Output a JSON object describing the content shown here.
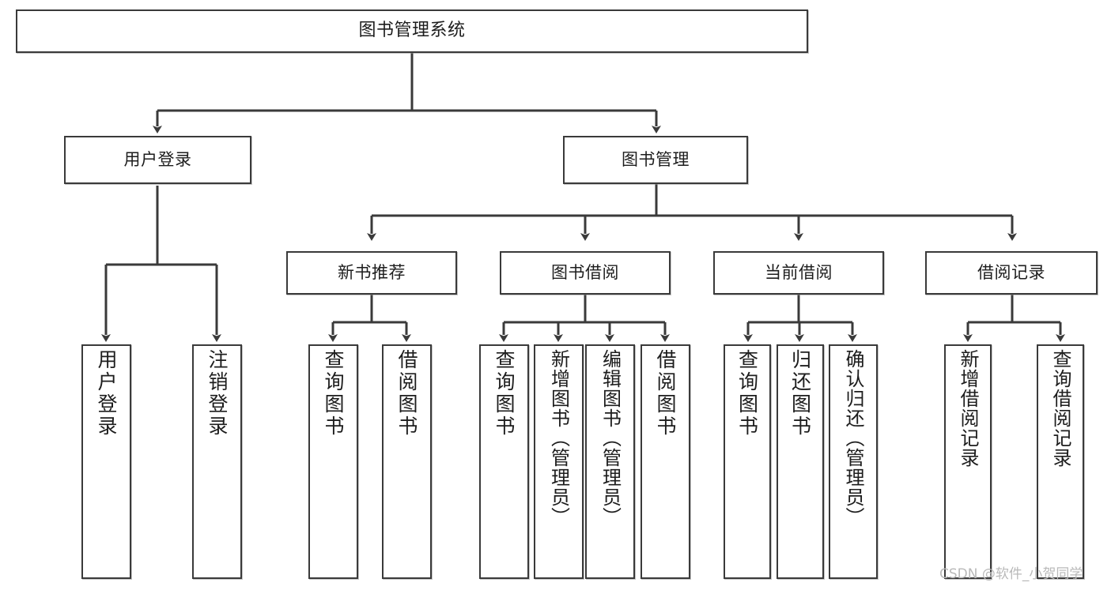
{
  "diagram": {
    "title": "图书管理系统",
    "type": "hierarchy-tree",
    "root": {
      "label": "图书管理系统"
    },
    "level1": [
      {
        "label": "用户登录"
      },
      {
        "label": "图书管理"
      }
    ],
    "level2": [
      {
        "label": "新书推荐",
        "parent": "图书管理"
      },
      {
        "label": "图书借阅",
        "parent": "图书管理"
      },
      {
        "label": "当前借阅",
        "parent": "图书管理"
      },
      {
        "label": "借阅记录",
        "parent": "图书管理"
      }
    ],
    "leaves": {
      "user_login": [
        {
          "label": "用户登录"
        },
        {
          "label": "注销登录"
        }
      ],
      "new_book": [
        {
          "label": "查询图书"
        },
        {
          "label": "借阅图书"
        }
      ],
      "book_borrow": [
        {
          "label": "查询图书"
        },
        {
          "label": "新增图书（管理员）"
        },
        {
          "label": "编辑图书（管理员）"
        },
        {
          "label": "借阅图书"
        }
      ],
      "current_borrow": [
        {
          "label": "查询图书"
        },
        {
          "label": "归还图书"
        },
        {
          "label": "确认归还（管理员）"
        }
      ],
      "borrow_record": [
        {
          "label": "新增借阅记录"
        },
        {
          "label": "查询借阅记录"
        }
      ]
    }
  },
  "watermark": {
    "text": "CSDN @软件_小贺同学"
  },
  "colors": {
    "stroke": "#3a3a3a",
    "fill": "#ffffff",
    "text": "#1d1d1d",
    "watermark": "#b9b9b9"
  }
}
